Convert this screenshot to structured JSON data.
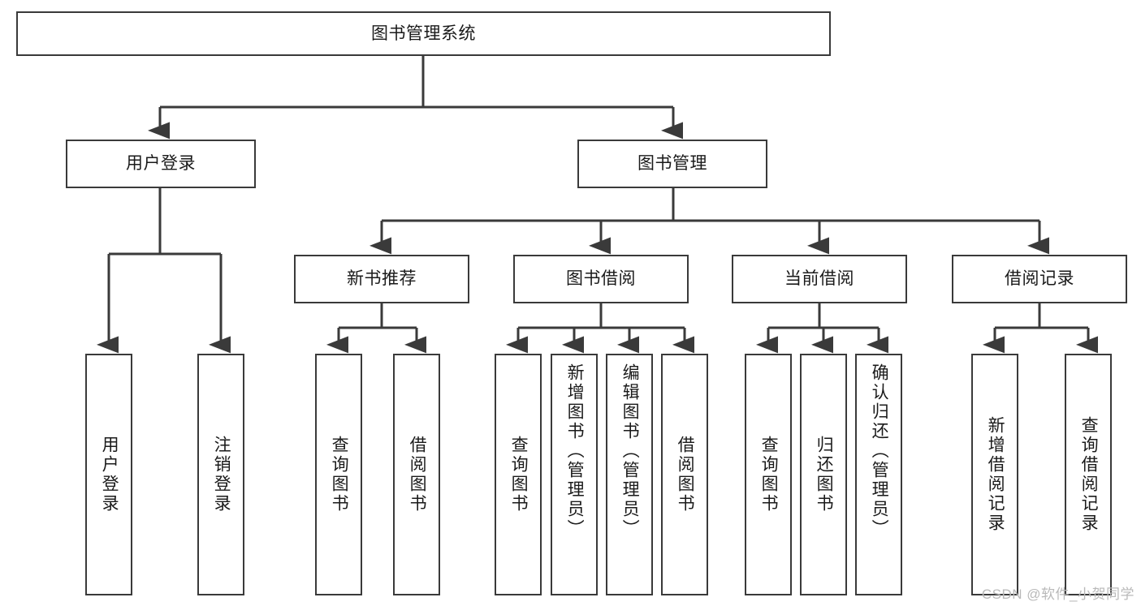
{
  "diagram": {
    "type": "tree-hierarchy",
    "title": "图书管理系统",
    "root": {
      "id": "root",
      "label": "图书管理系统"
    },
    "level2": [
      {
        "id": "user-login",
        "label": "用户登录"
      },
      {
        "id": "book-manage",
        "label": "图书管理"
      }
    ],
    "level3": [
      {
        "id": "new-book-rec",
        "label": "新书推荐",
        "parent": "book-manage"
      },
      {
        "id": "book-borrow",
        "label": "图书借阅",
        "parent": "book-manage"
      },
      {
        "id": "current-borrow",
        "label": "当前借阅",
        "parent": "book-manage"
      },
      {
        "id": "borrow-record",
        "label": "借阅记录",
        "parent": "book-manage"
      }
    ],
    "leaves": [
      {
        "id": "leaf-user-login",
        "label": "用户登录",
        "parent": "user-login"
      },
      {
        "id": "leaf-user-logout",
        "label": "注销登录",
        "parent": "user-login"
      },
      {
        "id": "leaf-query-book-1",
        "label": "查询图书",
        "parent": "new-book-rec"
      },
      {
        "id": "leaf-borrow-book-1",
        "label": "借阅图书",
        "parent": "new-book-rec"
      },
      {
        "id": "leaf-query-book-2",
        "label": "查询图书",
        "parent": "book-borrow"
      },
      {
        "id": "leaf-add-book",
        "label": "新增图书（管理员）",
        "parent": "book-borrow"
      },
      {
        "id": "leaf-edit-book",
        "label": "编辑图书（管理员）",
        "parent": "book-borrow"
      },
      {
        "id": "leaf-borrow-book-2",
        "label": "借阅图书",
        "parent": "book-borrow"
      },
      {
        "id": "leaf-query-book-3",
        "label": "查询图书",
        "parent": "current-borrow"
      },
      {
        "id": "leaf-return-book",
        "label": "归还图书",
        "parent": "current-borrow"
      },
      {
        "id": "leaf-confirm-return",
        "label": "确认归还（管理员）",
        "parent": "current-borrow"
      },
      {
        "id": "leaf-add-record",
        "label": "新增借阅记录",
        "parent": "borrow-record"
      },
      {
        "id": "leaf-query-record",
        "label": "查询借阅记录",
        "parent": "borrow-record"
      }
    ],
    "colors": {
      "stroke": "#3a3a3a",
      "text": "#1a1a1a",
      "background": "#ffffff",
      "watermark": "#b9b9b9"
    }
  },
  "watermark": {
    "text": "CSDN @软件_小贺同学"
  }
}
